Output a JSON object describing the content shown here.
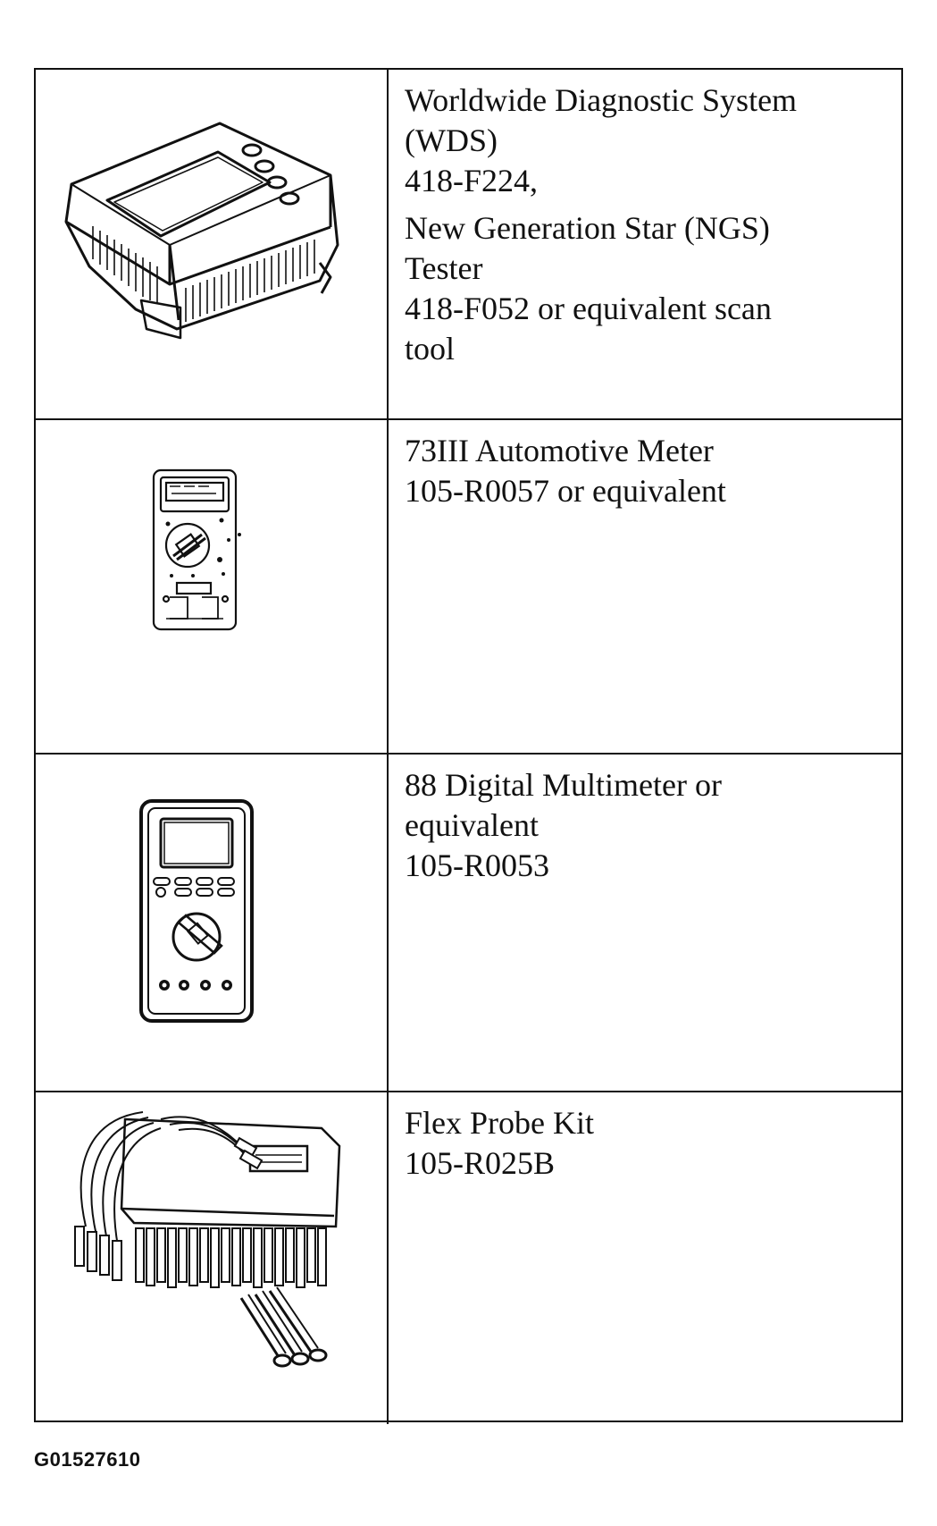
{
  "tools": [
    {
      "icon": "scan-tool-icon",
      "lines": [
        "Worldwide Diagnostic System",
        "(WDS)",
        "418-F224,",
        "New Generation Star (NGS)",
        "Tester",
        "418-F052 or equivalent scan",
        "tool"
      ]
    },
    {
      "icon": "automotive-meter-icon",
      "lines": [
        "73III Automotive Meter",
        "105-R0057 or equivalent"
      ]
    },
    {
      "icon": "digital-multimeter-icon",
      "lines": [
        "88 Digital Multimeter or",
        "equivalent",
        "105-R0053"
      ]
    },
    {
      "icon": "flex-probe-kit-icon",
      "lines": [
        "Flex Probe Kit",
        "105-R025B"
      ]
    }
  ],
  "figure_code": "G01527610"
}
